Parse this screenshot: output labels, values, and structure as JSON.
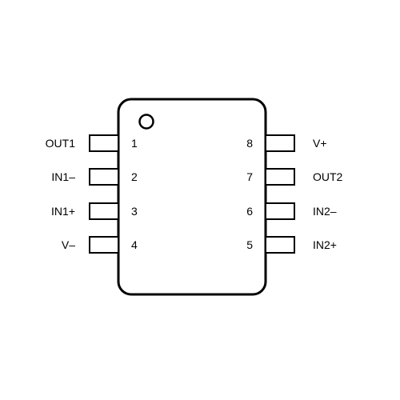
{
  "chip": {
    "body_color": "#ffffff",
    "stroke_color": "#000000"
  },
  "pins_left": [
    {
      "number": "1",
      "name": "OUT1"
    },
    {
      "number": "2",
      "name": "IN1–"
    },
    {
      "number": "3",
      "name": "IN1+"
    },
    {
      "number": "4",
      "name": "V–"
    }
  ],
  "pins_right": [
    {
      "number": "8",
      "name": "V+"
    },
    {
      "number": "7",
      "name": "OUT2"
    },
    {
      "number": "6",
      "name": "IN2–"
    },
    {
      "number": "5",
      "name": "IN2+"
    }
  ]
}
